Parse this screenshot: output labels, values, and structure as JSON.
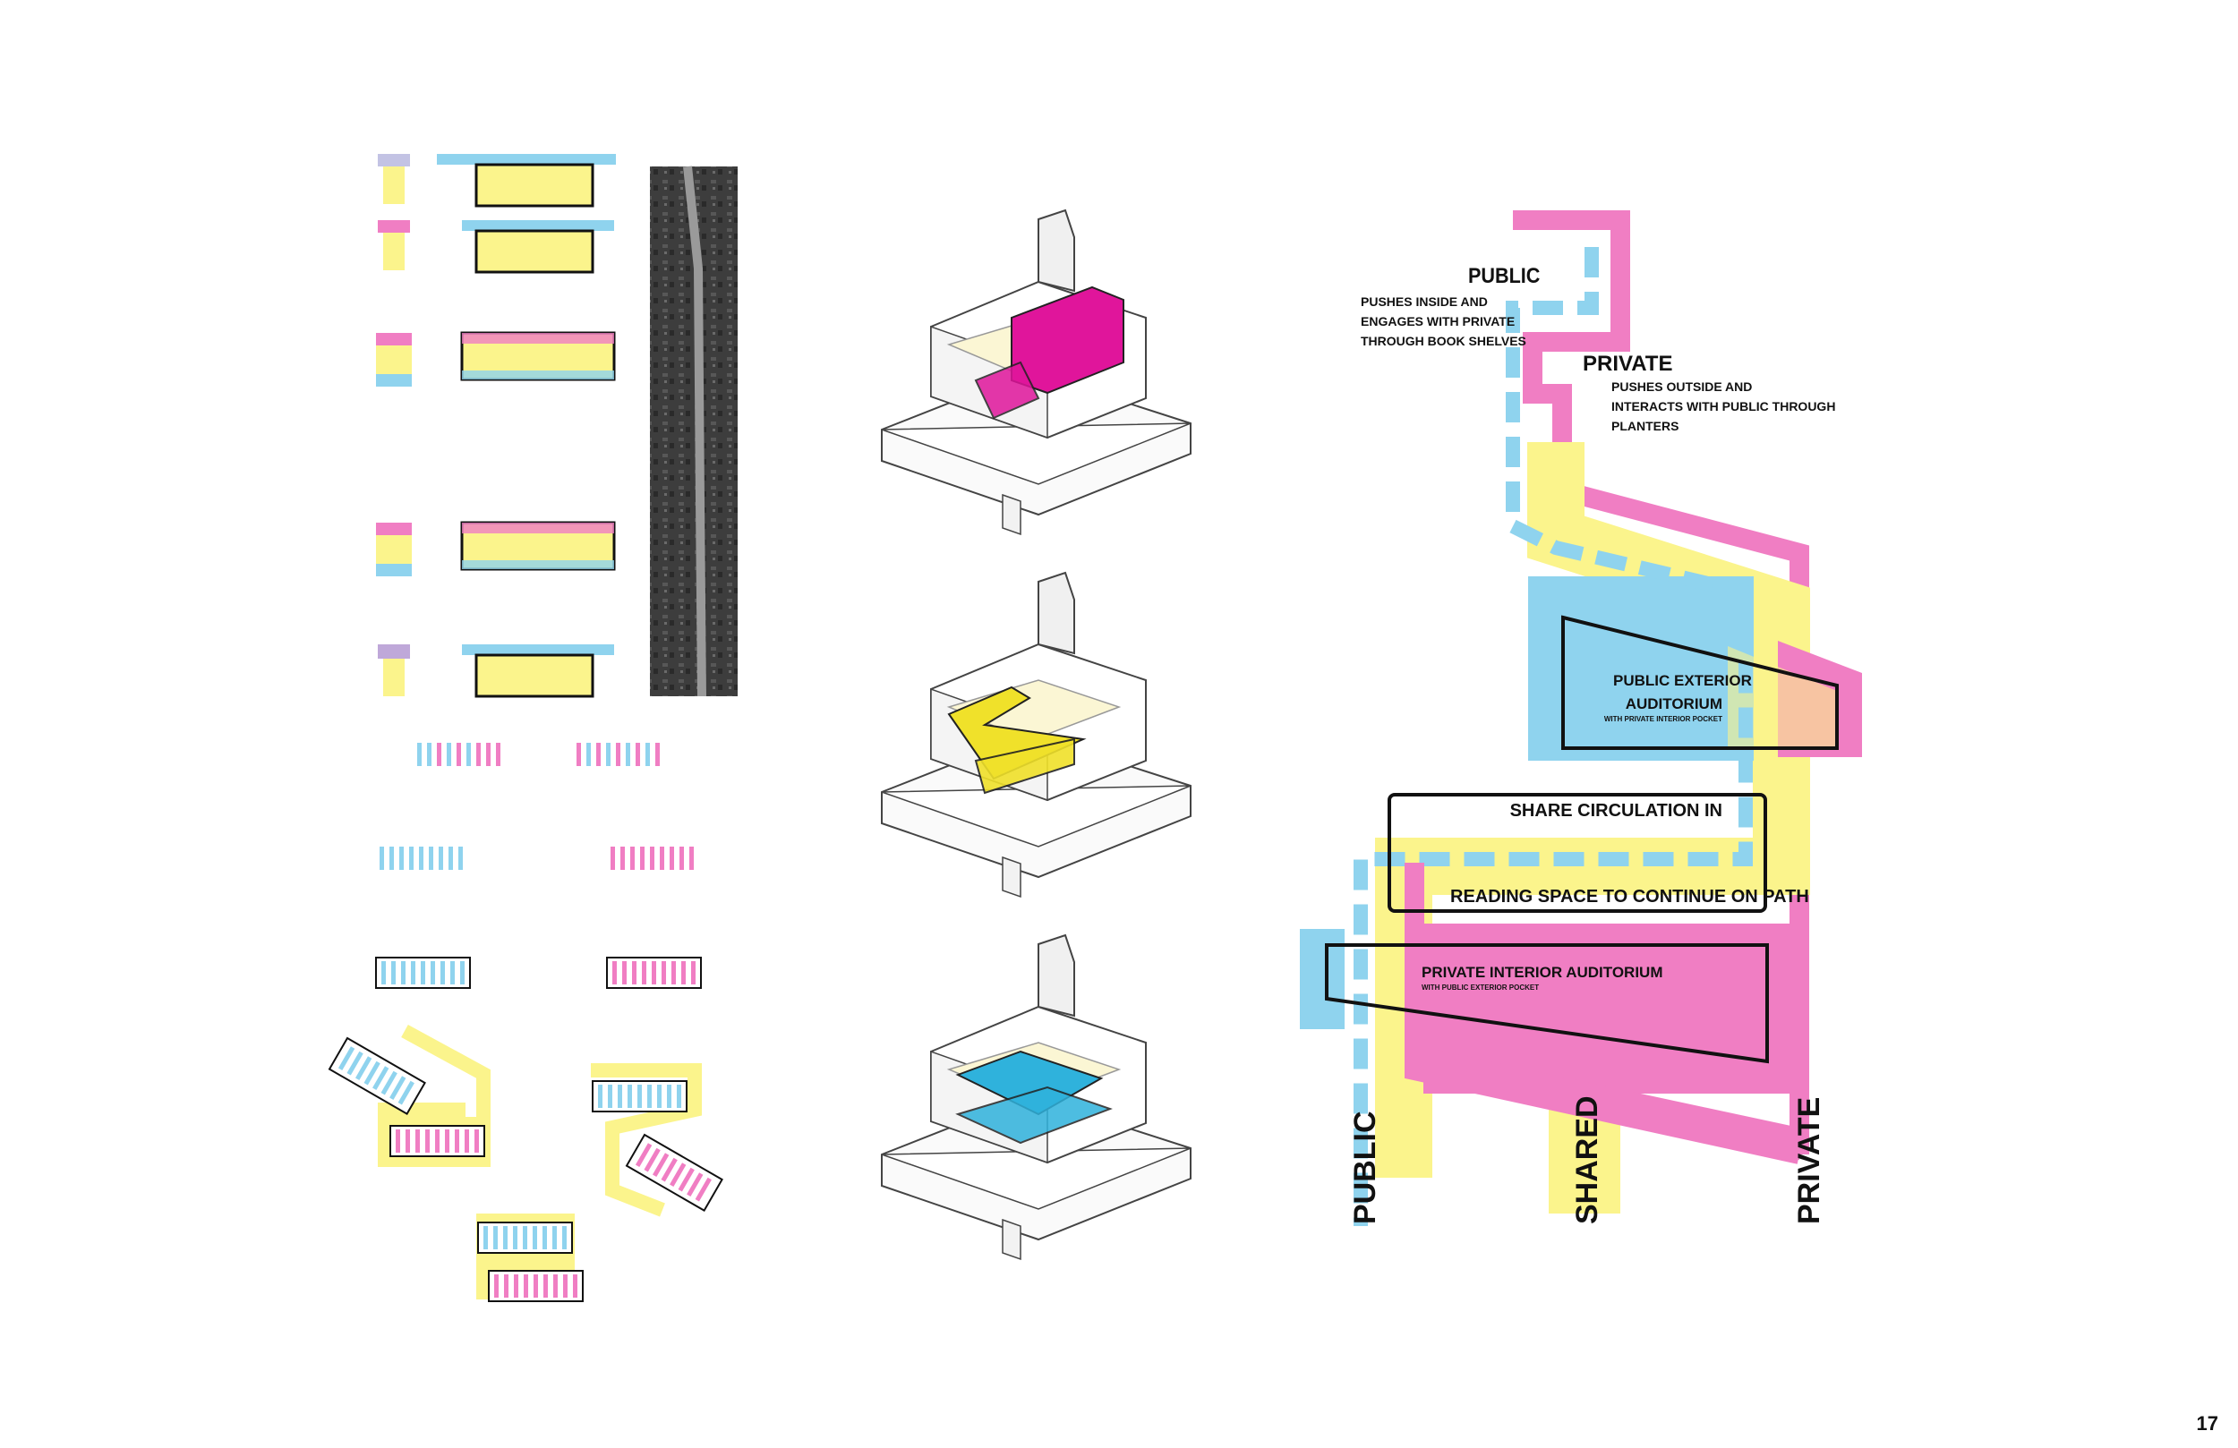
{
  "colors": {
    "public": "#8fd3ee",
    "private": "#f07ec3",
    "shared": "#fbf48c",
    "magenta_mass": "#e0159b",
    "yellow_mass": "#f0e12a",
    "cyan_mass": "#2fb2dc",
    "outline": "#111111"
  },
  "labels": {
    "public_title": "PUBLIC",
    "public_desc": [
      "PUSHES INSIDE AND",
      "ENGAGES WITH PRIVATE",
      "THROUGH BOOK SHELVES"
    ],
    "private_title": "PRIVATE",
    "private_desc": [
      "PUSHES  OUTSIDE AND",
      "INTERACTS WITH PUBLIC THROUGH",
      "PLANTERS"
    ],
    "ext_aud_1": "PUBLIC EXTERIOR",
    "ext_aud_2": "AUDITORIUM",
    "ext_aud_sub": "WITH PRIVATE INTERIOR POCKET",
    "share_1": "SHARE CIRCULATION IN",
    "share_2": "READING SPACE TO CONTINUE ON PATH",
    "int_aud": "PRIVATE INTERIOR AUDITORIUM",
    "int_aud_sub": "WITH PUBLIC EXTERIOR POCKET",
    "axis_public": "PUBLIC",
    "axis_shared": "SHARED",
    "axis_private": "PRIVATE"
  },
  "page_number": "17"
}
